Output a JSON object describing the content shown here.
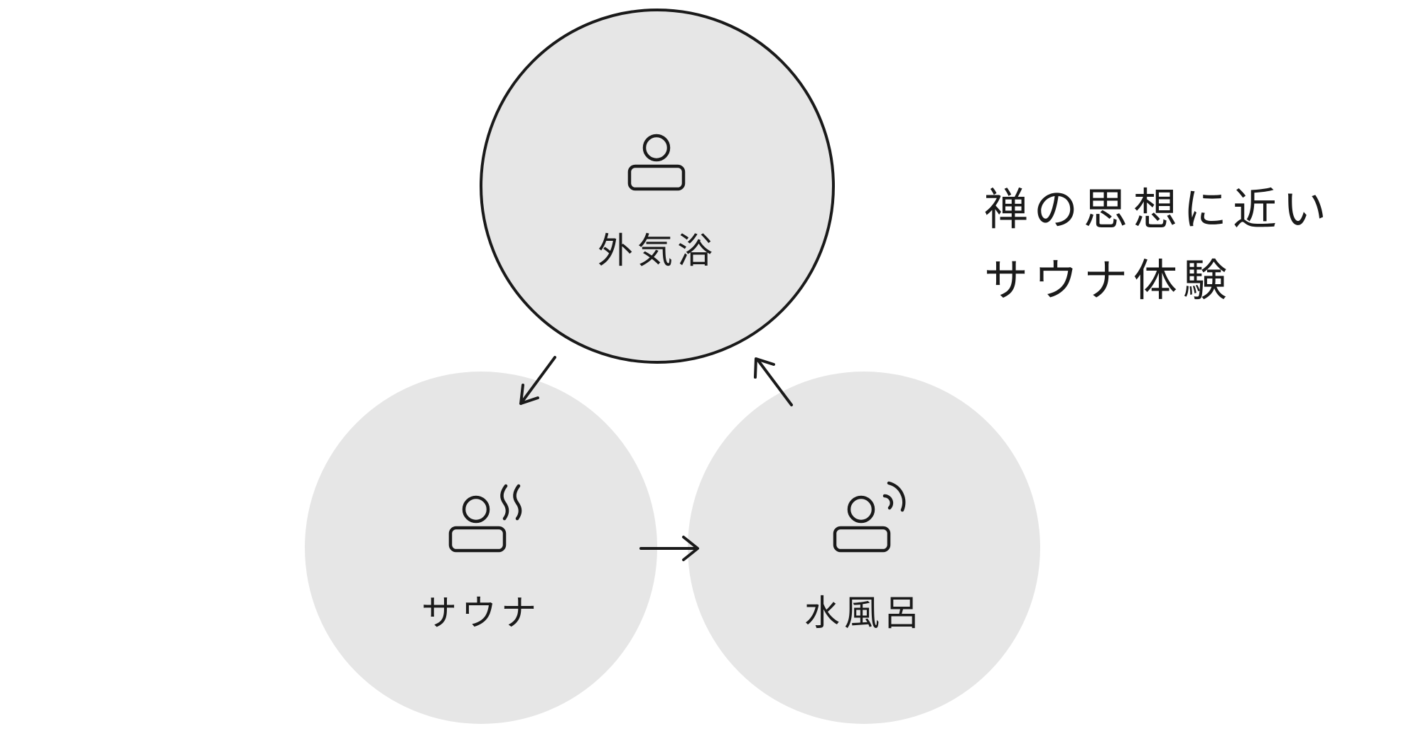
{
  "diagram": {
    "nodes": [
      {
        "id": "gaikiyoku",
        "label": "外気浴",
        "icon": "person-icon",
        "highlighted": true
      },
      {
        "id": "sauna",
        "label": "サウナ",
        "icon": "person-steam-icon",
        "highlighted": false
      },
      {
        "id": "mizuburo",
        "label": "水風呂",
        "icon": "person-wave-icon",
        "highlighted": false
      }
    ],
    "cycle": [
      "gaikiyoku",
      "sauna",
      "mizuburo",
      "gaikiyoku"
    ]
  },
  "tagline": {
    "line1": "禅の思想に近い",
    "line2": "サウナ体験"
  },
  "colors": {
    "circle_fill": "#e6e6e6",
    "stroke": "#1a1a1a",
    "background": "#ffffff"
  }
}
